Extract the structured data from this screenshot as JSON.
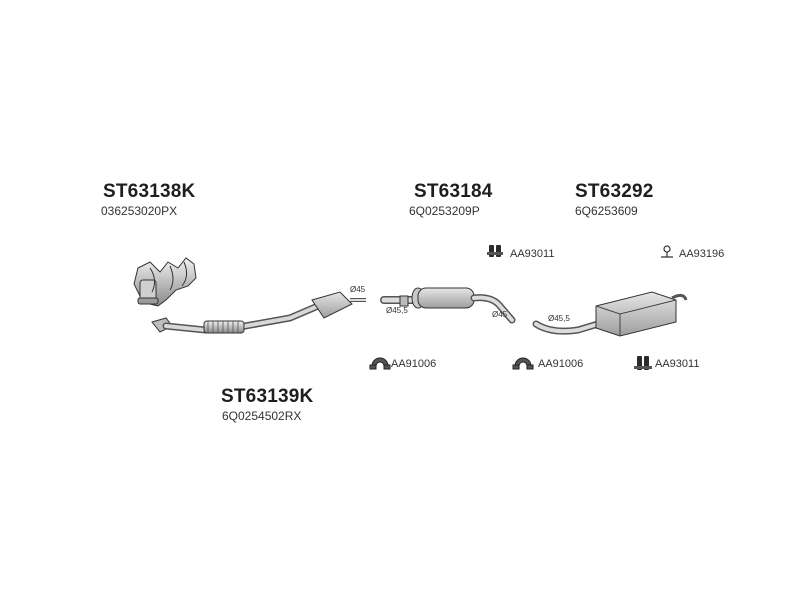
{
  "assemblies": [
    {
      "part": "ST63138K",
      "oem": "036253020PX"
    },
    {
      "part": "ST63184",
      "oem": "6Q0253209P"
    },
    {
      "part": "ST63292",
      "oem": "6Q6253609"
    },
    {
      "part": "ST63139K",
      "oem": "6Q0254502RX"
    }
  ],
  "accessories": [
    {
      "code": "AA93011",
      "icon": "rubber-hanger-icon"
    },
    {
      "code": "AA93196",
      "icon": "mounting-bracket-icon"
    },
    {
      "code": "AA91006",
      "icon": "pipe-clamp-icon"
    },
    {
      "code": "AA91006",
      "icon": "pipe-clamp-icon"
    },
    {
      "code": "AA93011",
      "icon": "rubber-hanger-icon"
    }
  ],
  "dimensions": [
    "Ø45",
    "Ø45,5",
    "Ø45",
    "Ø45,5"
  ]
}
